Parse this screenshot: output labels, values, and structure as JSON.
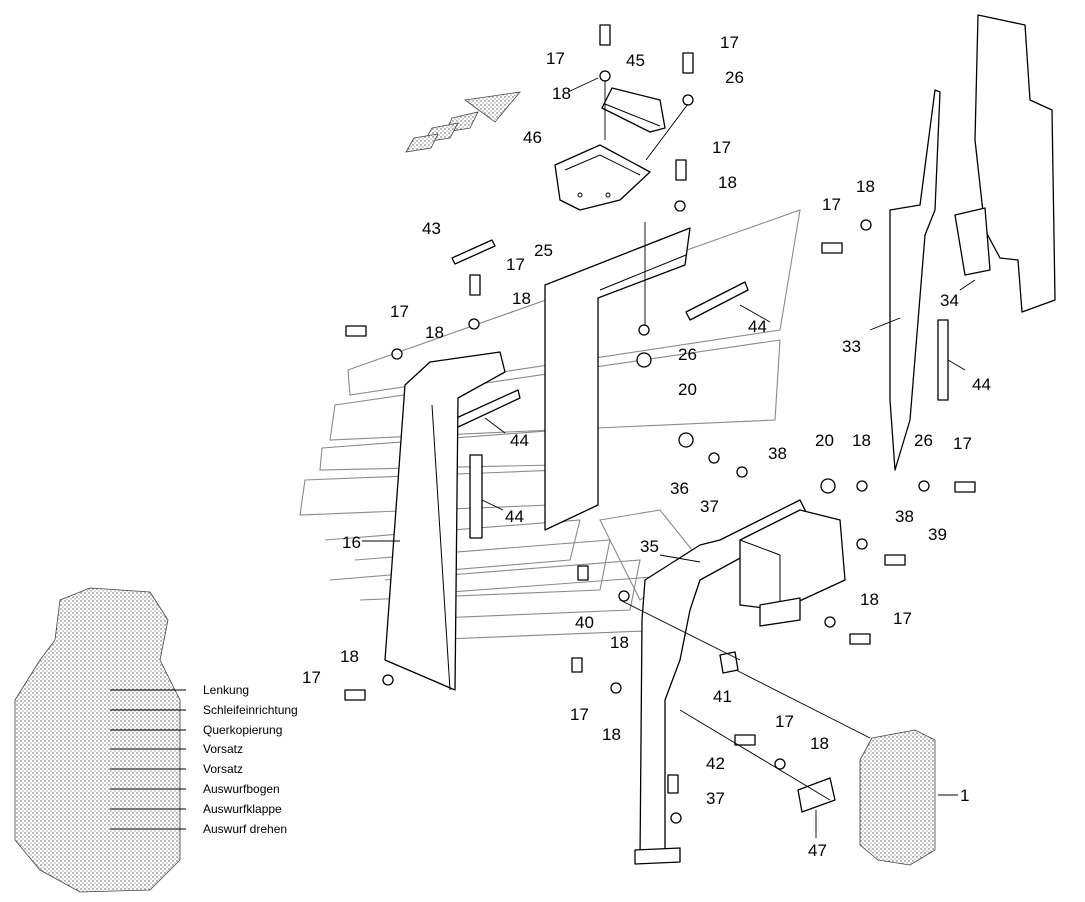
{
  "callouts": [
    {
      "id": "c-17-a",
      "text": "17"
    },
    {
      "id": "c-18-a",
      "text": "18"
    },
    {
      "id": "c-45",
      "text": "45"
    },
    {
      "id": "c-17-b",
      "text": "17"
    },
    {
      "id": "c-26-a",
      "text": "26"
    },
    {
      "id": "c-46",
      "text": "46"
    },
    {
      "id": "c-17-c",
      "text": "17"
    },
    {
      "id": "c-18-b",
      "text": "18"
    },
    {
      "id": "c-43",
      "text": "43"
    },
    {
      "id": "c-25",
      "text": "25"
    },
    {
      "id": "c-17-d",
      "text": "17"
    },
    {
      "id": "c-18-c",
      "text": "18"
    },
    {
      "id": "c-17-e",
      "text": "17"
    },
    {
      "id": "c-18-d",
      "text": "18"
    },
    {
      "id": "c-44-a",
      "text": "44"
    },
    {
      "id": "c-26-b",
      "text": "26"
    },
    {
      "id": "c-20-a",
      "text": "20"
    },
    {
      "id": "c-17-f",
      "text": "17"
    },
    {
      "id": "c-18-e",
      "text": "18"
    },
    {
      "id": "c-33",
      "text": "33"
    },
    {
      "id": "c-34",
      "text": "34"
    },
    {
      "id": "c-44-b",
      "text": "44"
    },
    {
      "id": "c-44-c",
      "text": "44"
    },
    {
      "id": "c-44-d",
      "text": "44"
    },
    {
      "id": "c-36",
      "text": "36"
    },
    {
      "id": "c-37-a",
      "text": "37"
    },
    {
      "id": "c-38-a",
      "text": "38"
    },
    {
      "id": "c-20-b",
      "text": "20"
    },
    {
      "id": "c-18-f",
      "text": "18"
    },
    {
      "id": "c-26-c",
      "text": "26"
    },
    {
      "id": "c-17-g",
      "text": "17"
    },
    {
      "id": "c-16",
      "text": "16"
    },
    {
      "id": "c-35",
      "text": "35"
    },
    {
      "id": "c-38-b",
      "text": "38"
    },
    {
      "id": "c-39",
      "text": "39"
    },
    {
      "id": "c-40",
      "text": "40"
    },
    {
      "id": "c-18-g",
      "text": "18"
    },
    {
      "id": "c-18-h",
      "text": "18"
    },
    {
      "id": "c-17-h",
      "text": "17"
    },
    {
      "id": "c-18-i",
      "text": "18"
    },
    {
      "id": "c-17-i",
      "text": "17"
    },
    {
      "id": "c-41",
      "text": "41"
    },
    {
      "id": "c-17-j",
      "text": "17"
    },
    {
      "id": "c-18-j",
      "text": "18"
    },
    {
      "id": "c-17-k",
      "text": "17"
    },
    {
      "id": "c-18-k",
      "text": "18"
    },
    {
      "id": "c-42",
      "text": "42"
    },
    {
      "id": "c-37-b",
      "text": "37"
    },
    {
      "id": "c-47",
      "text": "47"
    },
    {
      "id": "c-1",
      "text": "1"
    }
  ],
  "valve_labels": [
    "Lenkung",
    "Schleifeinrichtung",
    "Querkopierung",
    "Vorsatz",
    "Vorsatz",
    "Auswurfbogen",
    "Auswurfklappe",
    "Auswurf drehen"
  ],
  "colors": {
    "line": "#000000",
    "ghost": "#8a8a8a",
    "background": "#ffffff"
  }
}
